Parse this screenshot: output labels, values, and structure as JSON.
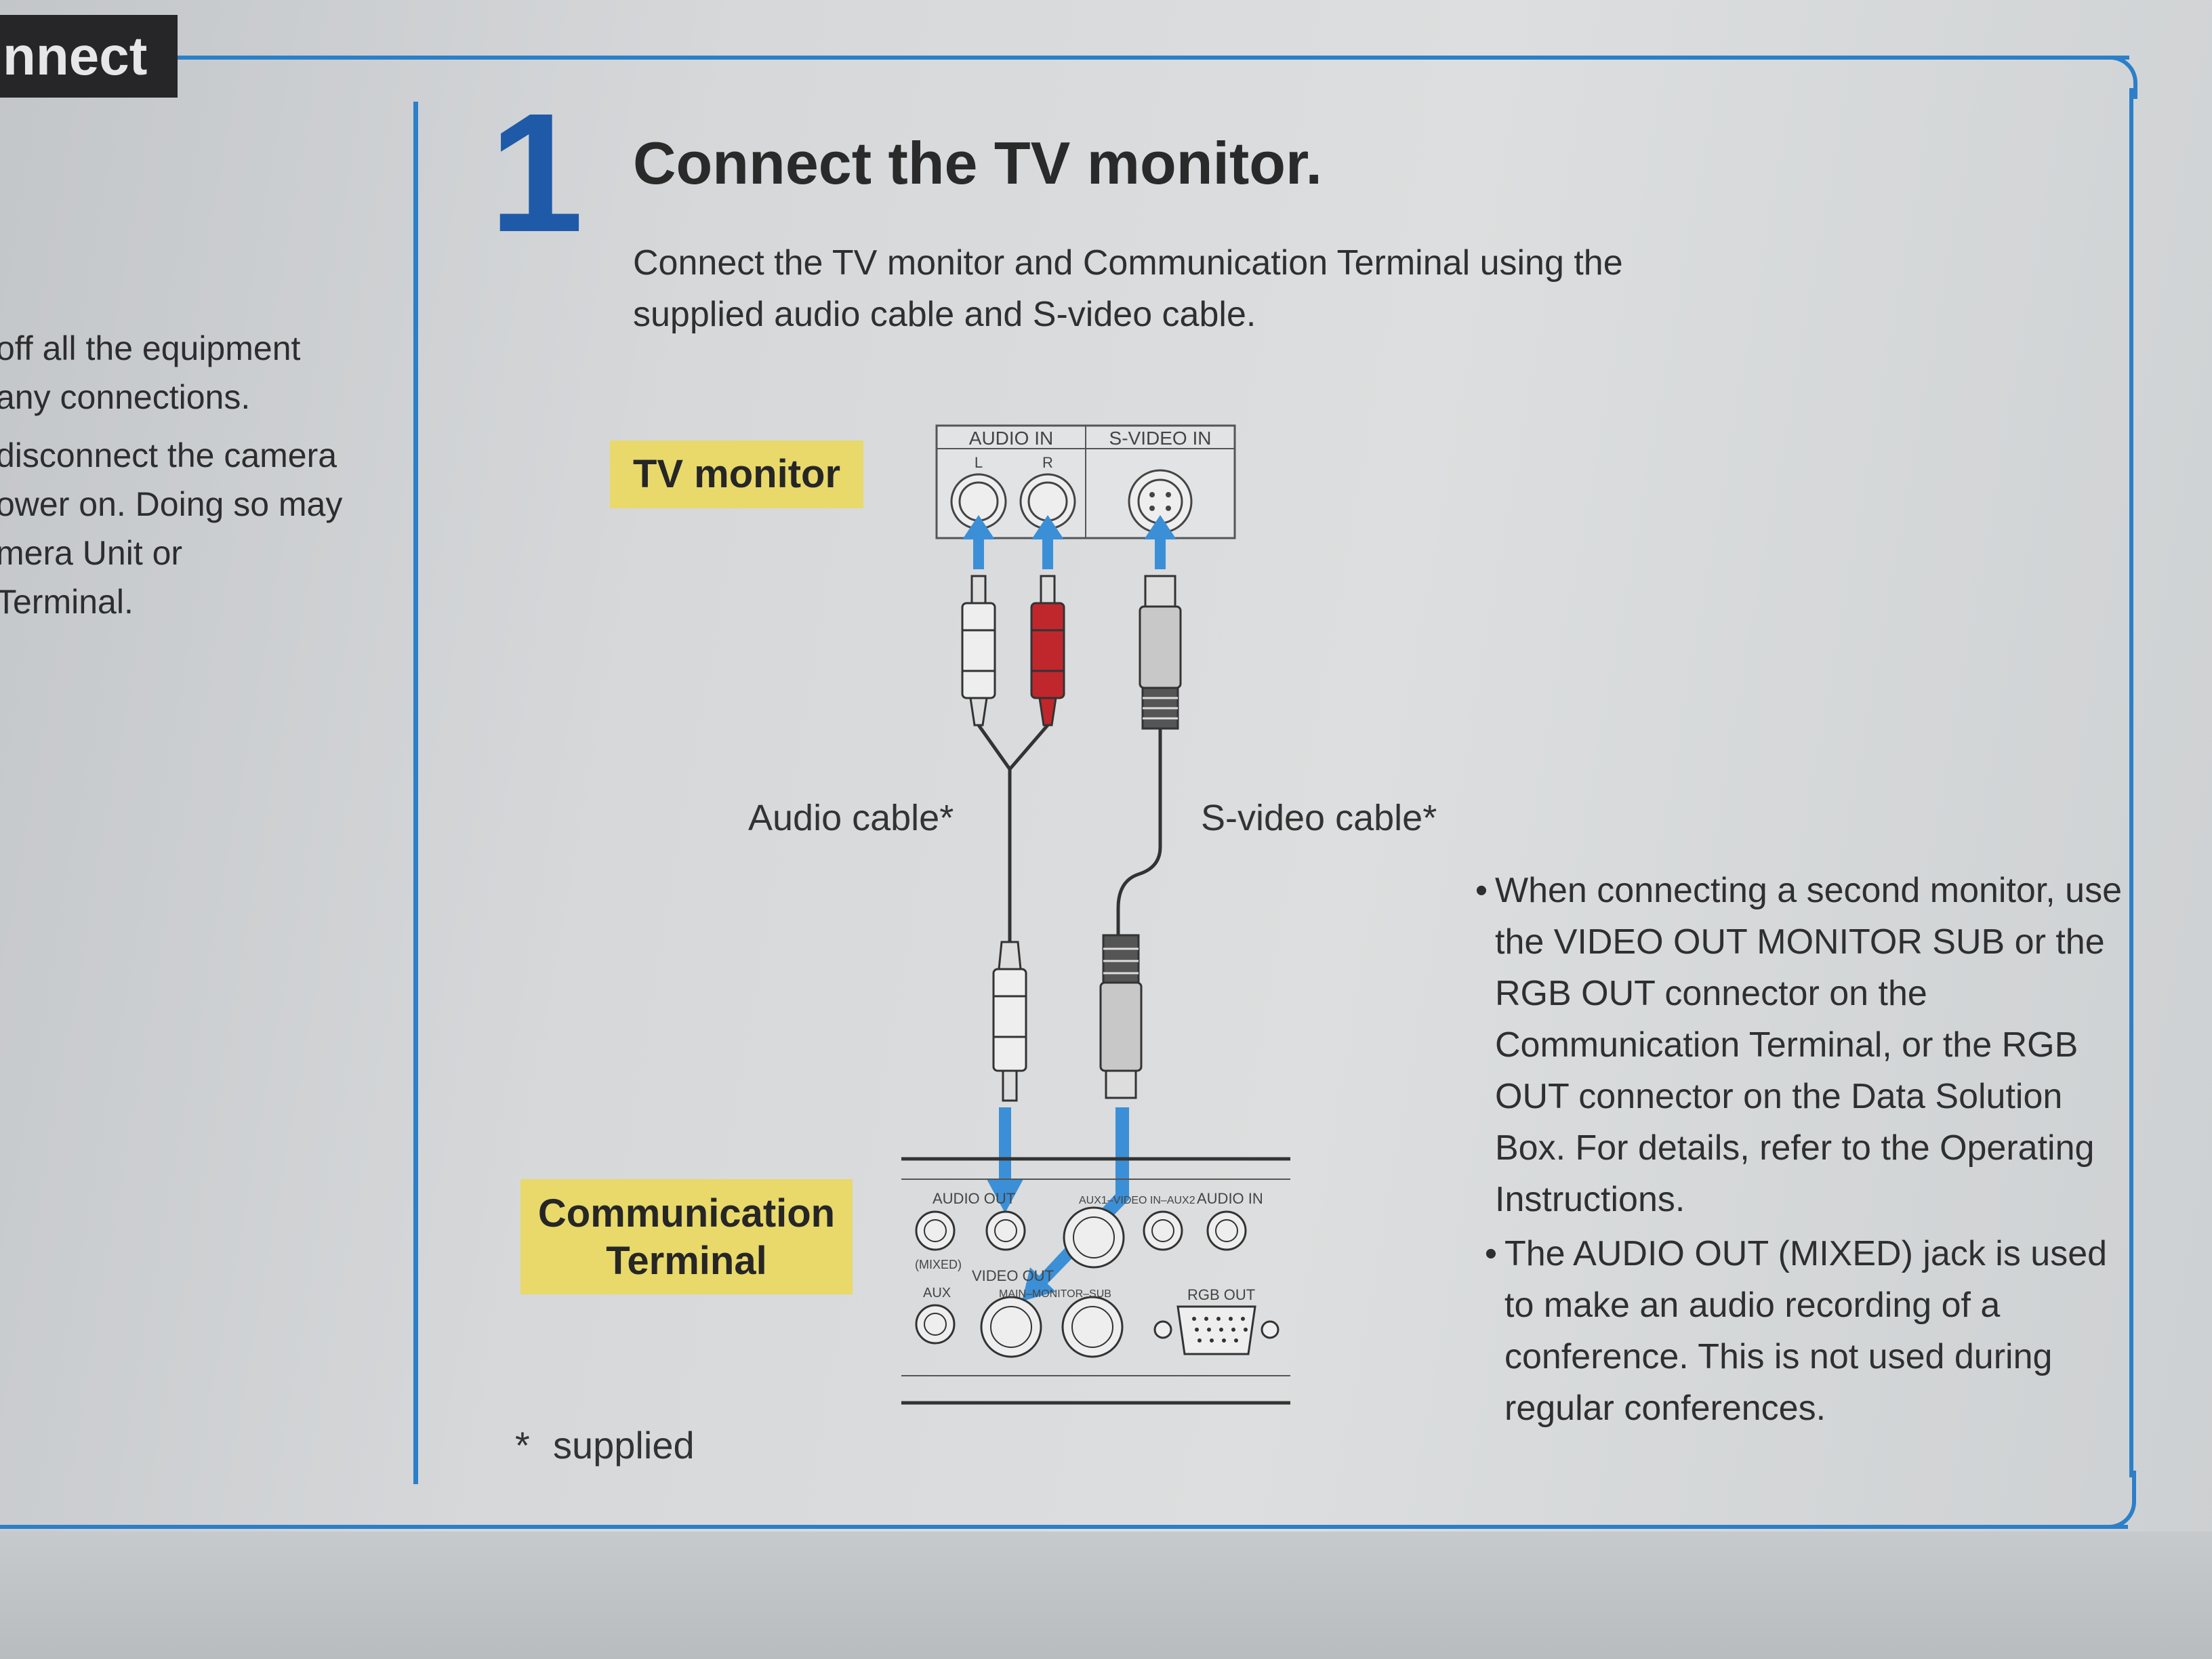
{
  "section_tab": "nnect",
  "left_column": [
    "off all the equipment",
    "any connections.",
    "disconnect the camera",
    "ower on. Doing so may",
    "mera Unit or",
    "Terminal."
  ],
  "step": {
    "number": "1",
    "title": "Connect the TV monitor.",
    "intro": "Connect the TV monitor and Communication Terminal using the supplied audio cable and S-video cable."
  },
  "diagram": {
    "tv_label": "TV monitor",
    "terminal_label_line1": "Communication",
    "terminal_label_line2": "Terminal",
    "tv_panel": {
      "audio_in": "AUDIO IN",
      "left": "L",
      "right": "R",
      "svideo_in": "S-VIDEO IN"
    },
    "audio_cable": "Audio cable*",
    "svideo_cable": "S-video cable*",
    "terminal_panel": {
      "audio_out": "AUDIO OUT",
      "mixed": "(MIXED)",
      "video_in": "AUX1–VIDEO IN–AUX2",
      "audio_in": "AUDIO IN",
      "video_out": "VIDEO OUT",
      "aux": "AUX",
      "main": "MAIN–MONITOR–SUB",
      "rgb_out": "RGB OUT"
    },
    "colors": {
      "frame": "#2c7fc8",
      "arrow": "#3b8fd6",
      "label_bg": "#e8d96a",
      "red_plug": "#c0272d"
    }
  },
  "notes": [
    "When connecting a second monitor, use the VIDEO OUT MONITOR SUB or the RGB OUT connector on the Communication Terminal, or the RGB OUT connector on the Data Solution Box. For details, refer to the Operating Instructions.",
    "The AUDIO OUT (MIXED) jack is used to make an audio recording of a conference. This is not used during regular conferences."
  ],
  "footnote": {
    "star": "*",
    "text": "supplied"
  }
}
